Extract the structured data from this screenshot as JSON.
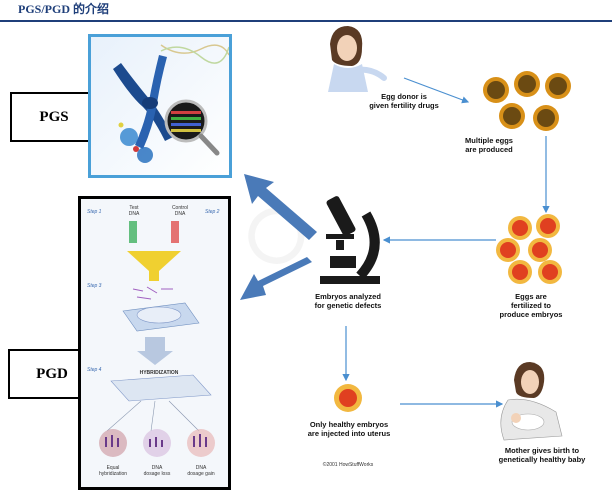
{
  "header": {
    "title": "PGS/PGD 的介绍"
  },
  "labels": {
    "pgs": "PGS",
    "pgd": "PGD"
  },
  "pgd_panel": {
    "step1": "Step 1",
    "step2": "Step 2",
    "step3": "Step 3",
    "step4": "Step 4",
    "test_dna": "Test\nDNA",
    "control_dna": "Control\nDNA",
    "hybridization": "HYBRIDIZATION",
    "outcome_equal": "Equal\nhybridization",
    "outcome_loss": "DNA\ndosage loss",
    "outcome_gain": "DNA\ndosage gain"
  },
  "flow": {
    "egg_donor": "Egg donor is\ngiven fertility drugs",
    "multiple_eggs": "Multiple eggs\nare produced",
    "fertilized": "Eggs are\nfertilized to\nproduce embryos",
    "analyzed": "Embryos analyzed\nfor genetic defects",
    "healthy": "Only healthy embryos\nare injected into uterus",
    "mother": "Mother gives birth to\ngenetically healthy baby",
    "copyright": "©2001 HowStuffWorks"
  },
  "colors": {
    "header_blue": "#1f3f7a",
    "arrow_blue": "#4a7ab8",
    "flow_arrow": "#4a8fd0",
    "egg_brown": "#6b4a12",
    "egg_rim": "#d89018",
    "embryo_red": "#e04020",
    "pgs_frame": "#4aa0d8"
  }
}
